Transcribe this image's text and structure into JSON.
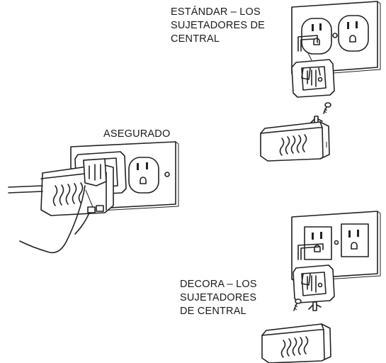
{
  "labels": {
    "standard": [
      "ESTÁNDAR – LOS",
      "SUJETADORES DE",
      "CENTRAL"
    ],
    "secured": "ASEGURADO",
    "decora": [
      "DECORA – LOS",
      "SUJETADORES",
      "DE CENTRAL"
    ]
  }
}
